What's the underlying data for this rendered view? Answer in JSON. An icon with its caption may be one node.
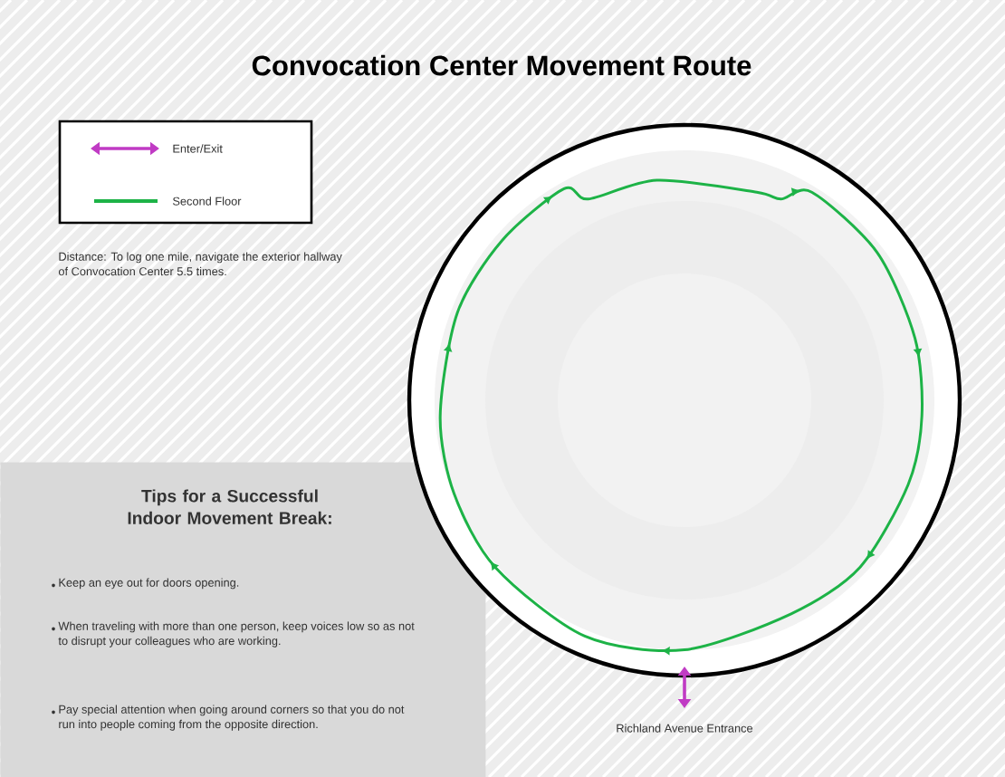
{
  "diagram": {
    "title": "Convocation Center Movement Route",
    "nodes": [
      {
        "text": [],
        "shape": "circle"
      },
      {
        "text": [
          "Tips for a Successful Indoor Movement Break:",
          "Keep an eye out for doors opening.",
          "When traveling with more than one person, keep voices low so as not to disrupt your colleagues who are working.",
          "Pay special attention when going around corners so that you do not run into people coming from the opposite direction."
        ]
      }
    ],
    "labels": [
      "Distance: To log one mile, navigate the exterior hallway of Convocation Center 5.5 times.",
      "Richland Avenue Entrance"
    ],
    "legend": [
      {
        "text": "Enter/Exit"
      },
      {
        "text": "Second Floor"
      }
    ]
  }
}
